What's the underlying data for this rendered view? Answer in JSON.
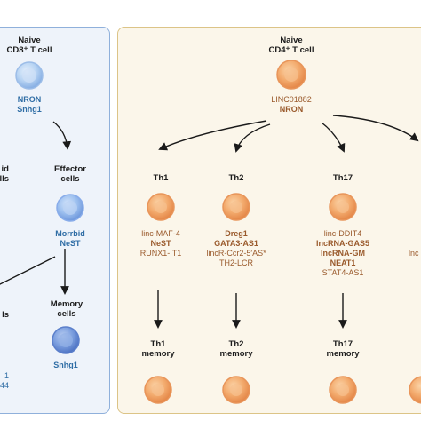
{
  "cd8": {
    "naive_label_1": "Naive",
    "naive_label_2": "CD8⁺ T cell",
    "naive_genes": [
      "NRON",
      "Snhg1"
    ],
    "left_label_1": "id",
    "left_label_2": "lls",
    "effector_label_1": "Effector",
    "effector_label_2": "cells",
    "effector_genes": [
      "Morrbid",
      "NeST"
    ],
    "left_bottom_label": "ls",
    "memory_label_1": "Memory",
    "memory_label_2": "cells",
    "memory_genes": [
      "Snhg1"
    ],
    "left_bottom_gene_1": "1",
    "left_bottom_gene_2": "44"
  },
  "cd4": {
    "naive_label_1": "Naive",
    "naive_label_2": "CD4⁺ T cell",
    "naive_genes": [
      "LINC01882",
      "NRON"
    ],
    "lineages": [
      {
        "name": "Th1",
        "genes": [
          "linc-MAF-4",
          "NeST",
          "RUNX1-IT1"
        ],
        "memory_1": "Th1",
        "memory_2": "memory"
      },
      {
        "name": "Th2",
        "genes": [
          "Dreg1",
          "GATA3-AS1",
          "lincR-Ccr2-5′AS*",
          "TH2-LCR"
        ],
        "memory_1": "Th2",
        "memory_2": "memory"
      },
      {
        "name": "Th17",
        "genes": [
          "linc-DDIT4",
          "lncRNA-GAS5",
          "lncRNA-GM",
          "NEAT1",
          "STAT4-AS1"
        ],
        "memory_1": "Th17",
        "memory_2": "memory"
      }
    ],
    "right_edge_gene": "lnc"
  },
  "colors": {
    "cd8_panel_bg": "#eef3fa",
    "cd8_panel_border": "#8fb0db",
    "cd4_panel_bg": "#fbf6ea",
    "cd4_panel_border": "#dcc487",
    "cd8_text": "#2f6da5",
    "cd4_text": "#9a5a2c",
    "cell_orange": "#f0a468",
    "cell_blue_light": "#a9c9ee",
    "cell_blue_dark": "#6f94d6"
  }
}
